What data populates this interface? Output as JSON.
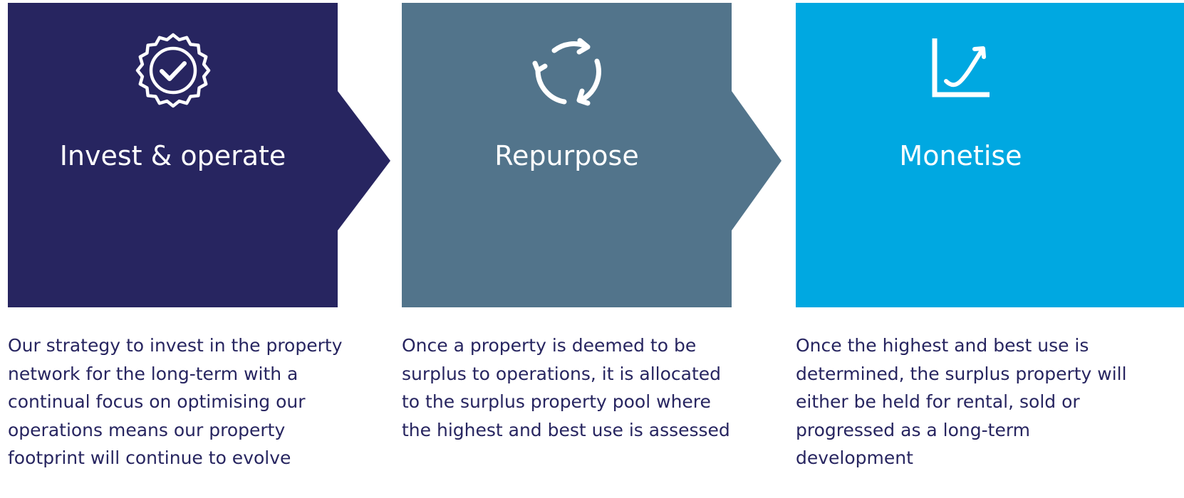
{
  "colors": {
    "invest": "#272560",
    "repurpose": "#52748B",
    "monetise": "#00A8E1",
    "text": "#272560",
    "title_text": "#FFFFFF"
  },
  "steps": [
    {
      "title": "Invest & operate",
      "icon": "badge-check-icon",
      "description": "Our strategy to invest in the property\nnetwork for the long-term with a\ncontinual focus on optimising our\noperations means our property\nfootprint will continue to evolve"
    },
    {
      "title": "Repurpose",
      "icon": "cycle-arrows-icon",
      "description": "Once a property is deemed to be\nsurplus to operations, it is allocated\nto the surplus property pool where\nthe highest and best use is assessed"
    },
    {
      "title": "Monetise",
      "icon": "growth-chart-icon",
      "description": "Once the highest and best use is\ndetermined, the surplus property will\neither be held for rental, sold or\nprogressed as a long-term\ndevelopment"
    }
  ]
}
